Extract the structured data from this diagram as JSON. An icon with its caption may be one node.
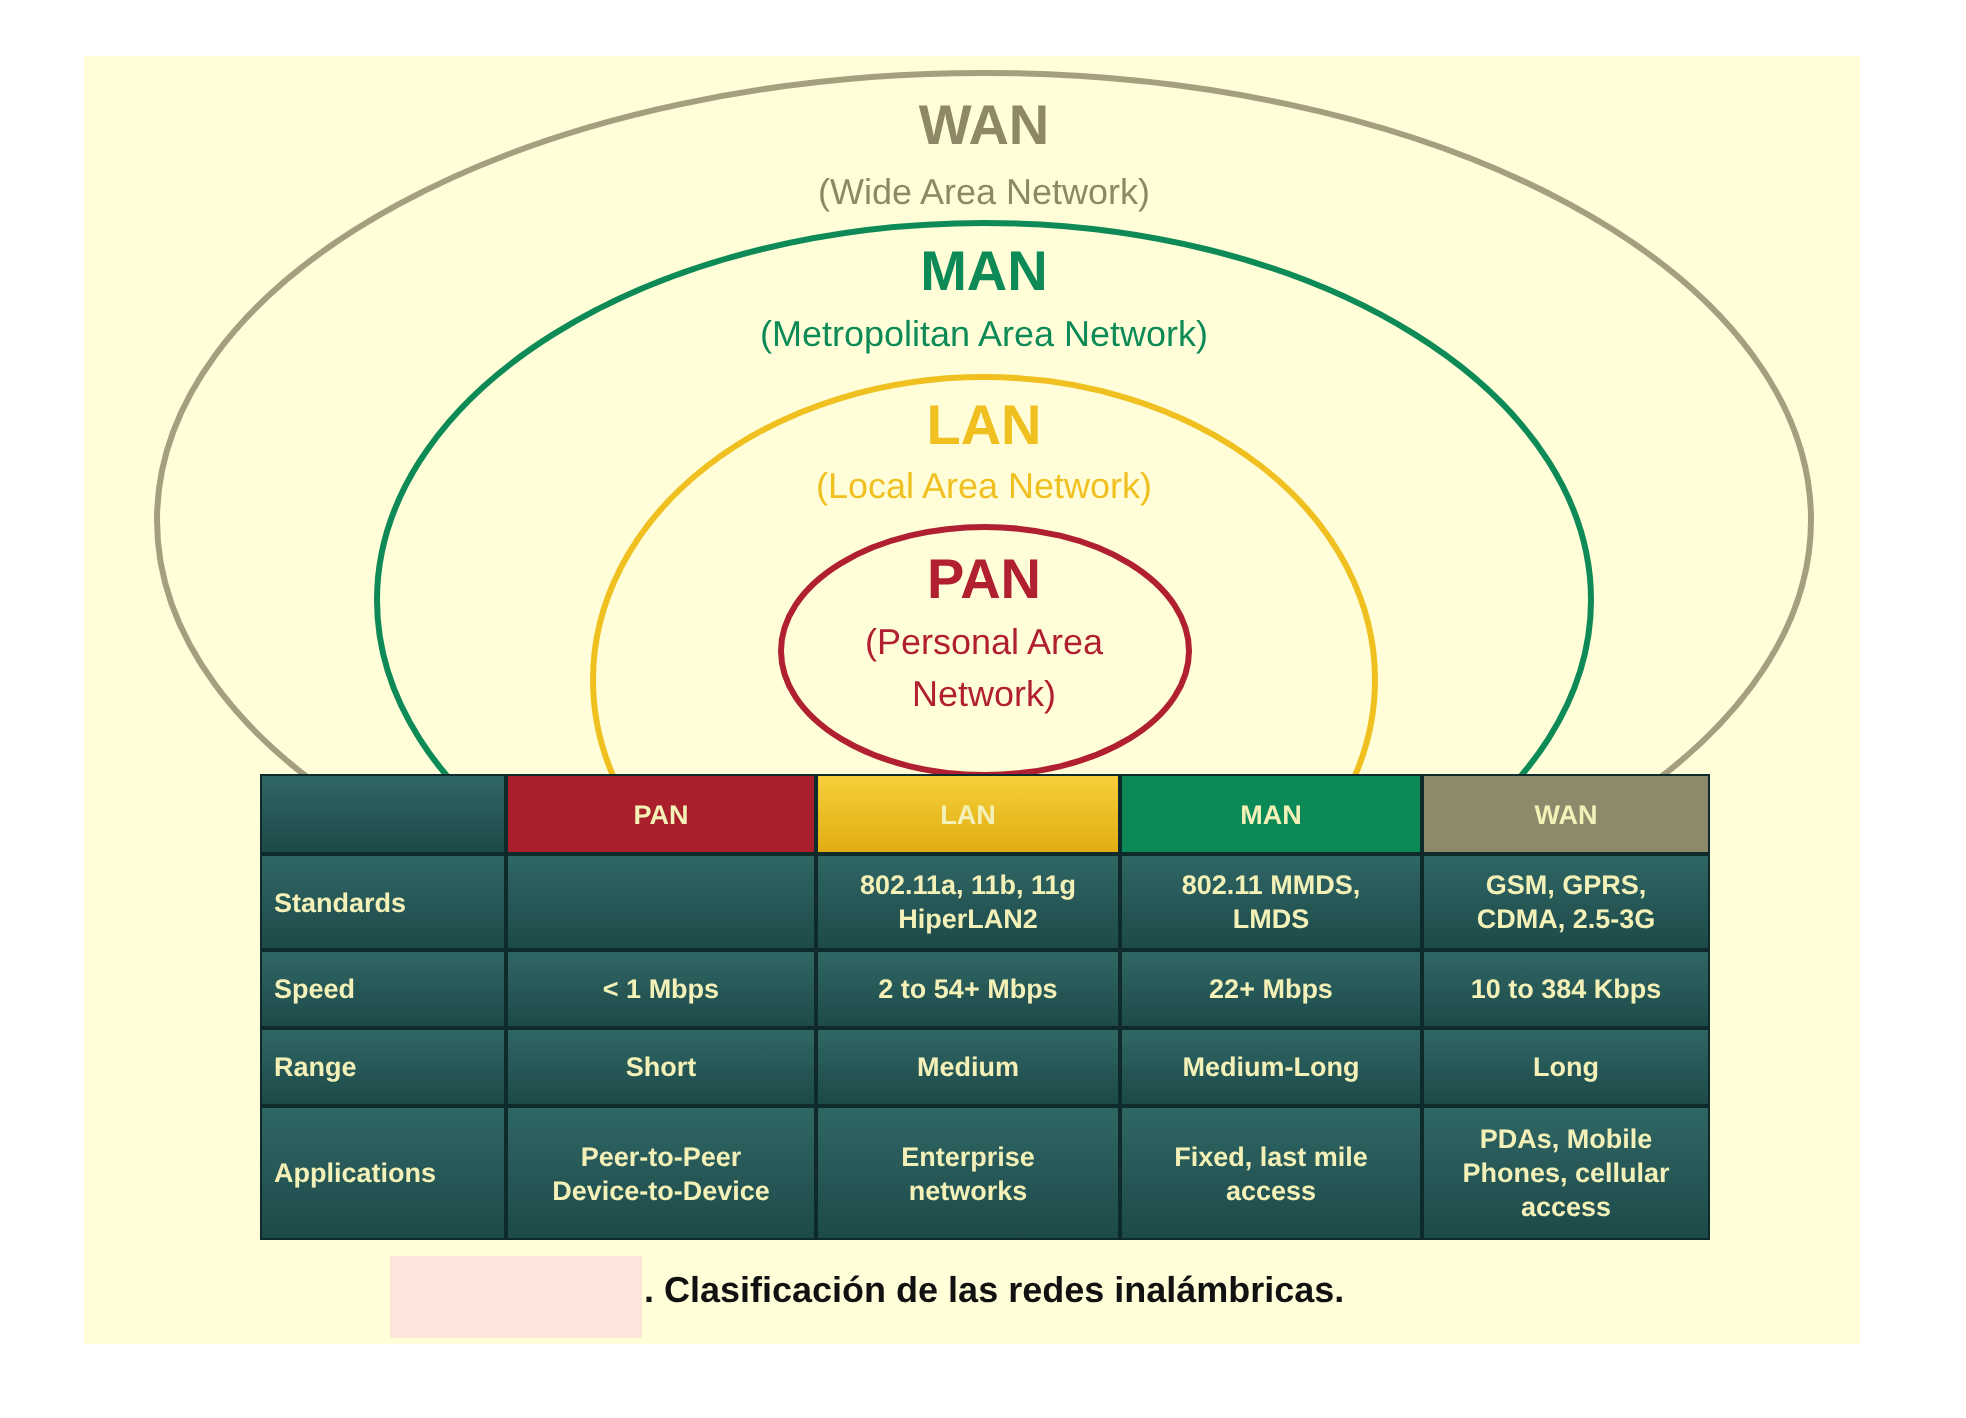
{
  "diagram": {
    "caption": ". Clasificación de las redes inalámbricas.",
    "nodes": [
      {
        "text": [
          "WAN",
          "(Wide Area Network)"
        ]
      },
      {
        "text": [
          "MAN",
          "(Metropolitan Area Network)"
        ],
        "in": 0
      },
      {
        "text": [
          "LAN",
          "(Local Area Network)"
        ],
        "in": 1
      },
      {
        "text": [
          "PAN",
          "(Personal Area Network)"
        ],
        "in": 2
      }
    ],
    "labels": [
      "PAN",
      "LAN",
      "MAN",
      "WAN",
      "Standards",
      "802.11a, 11b, 11g HiperLAN2",
      "802.11 MMDS, LMDS",
      "GSM, GPRS, CDMA, 2.5-3G",
      "Speed",
      "< 1 Mbps",
      "2 to 54+ Mbps",
      "22+ Mbps",
      "10 to 384 Kbps",
      "Range",
      "Short",
      "Medium",
      "Medium-Long",
      "Long",
      "Applications",
      "Peer-to-Peer Device-to-Device",
      "Enterprise networks",
      "Fixed, last mile access",
      "PDAs, Mobile Phones, cellular access"
    ]
  }
}
